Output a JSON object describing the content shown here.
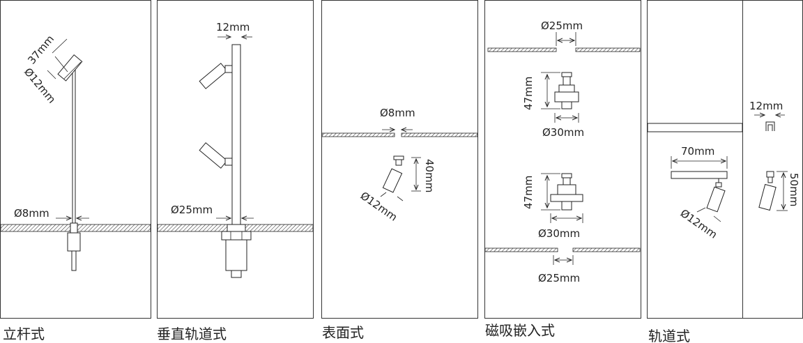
{
  "panels": [
    {
      "id": "pole",
      "caption": "立杆式",
      "dims": {
        "length": "37mm",
        "diameter": "Ø12mm",
        "pole": "Ø8mm"
      }
    },
    {
      "id": "vertical-track",
      "caption": "垂直轨道式",
      "dims": {
        "width": "12mm",
        "base": "Ø25mm"
      }
    },
    {
      "id": "surface",
      "caption": "表面式",
      "dims": {
        "hole": "Ø8mm",
        "height": "40mm",
        "diameter": "Ø12mm"
      }
    },
    {
      "id": "magnetic-recessed",
      "caption": "磁吸嵌入式",
      "dims": {
        "top_hole": "Ø25mm",
        "top_height": "47mm",
        "top_flange": "Ø30mm",
        "bottom_height": "47mm",
        "bottom_flange": "Ø30mm",
        "bottom_hole": "Ø25mm"
      }
    },
    {
      "id": "track",
      "caption": "轨道式",
      "dims": {
        "track_width": "12mm",
        "length": "70mm",
        "diameter": "Ø12mm",
        "height": "50mm"
      }
    }
  ]
}
